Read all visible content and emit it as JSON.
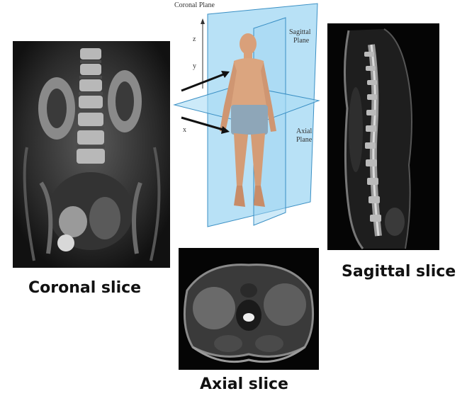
{
  "captions": {
    "coronal": "Coronal slice",
    "sagittal": "Sagittal slice",
    "axial": "Axial slice"
  },
  "diagram": {
    "coronal_plane": "Coronal Plane",
    "sagittal_plane_line1": "Sagittal",
    "sagittal_plane_line2": "Plane",
    "axial_plane_line1": "Axial",
    "axial_plane_line2": "Plane",
    "axis_z": "z",
    "axis_y": "y",
    "axis_x": "x"
  },
  "colors": {
    "plane_blue": "#7ec8ee",
    "plane_edge": "#3a8fc4",
    "skin": "#d9a07a",
    "shorts": "#8ea6b8",
    "mri_dark": "#0a0a0a"
  }
}
